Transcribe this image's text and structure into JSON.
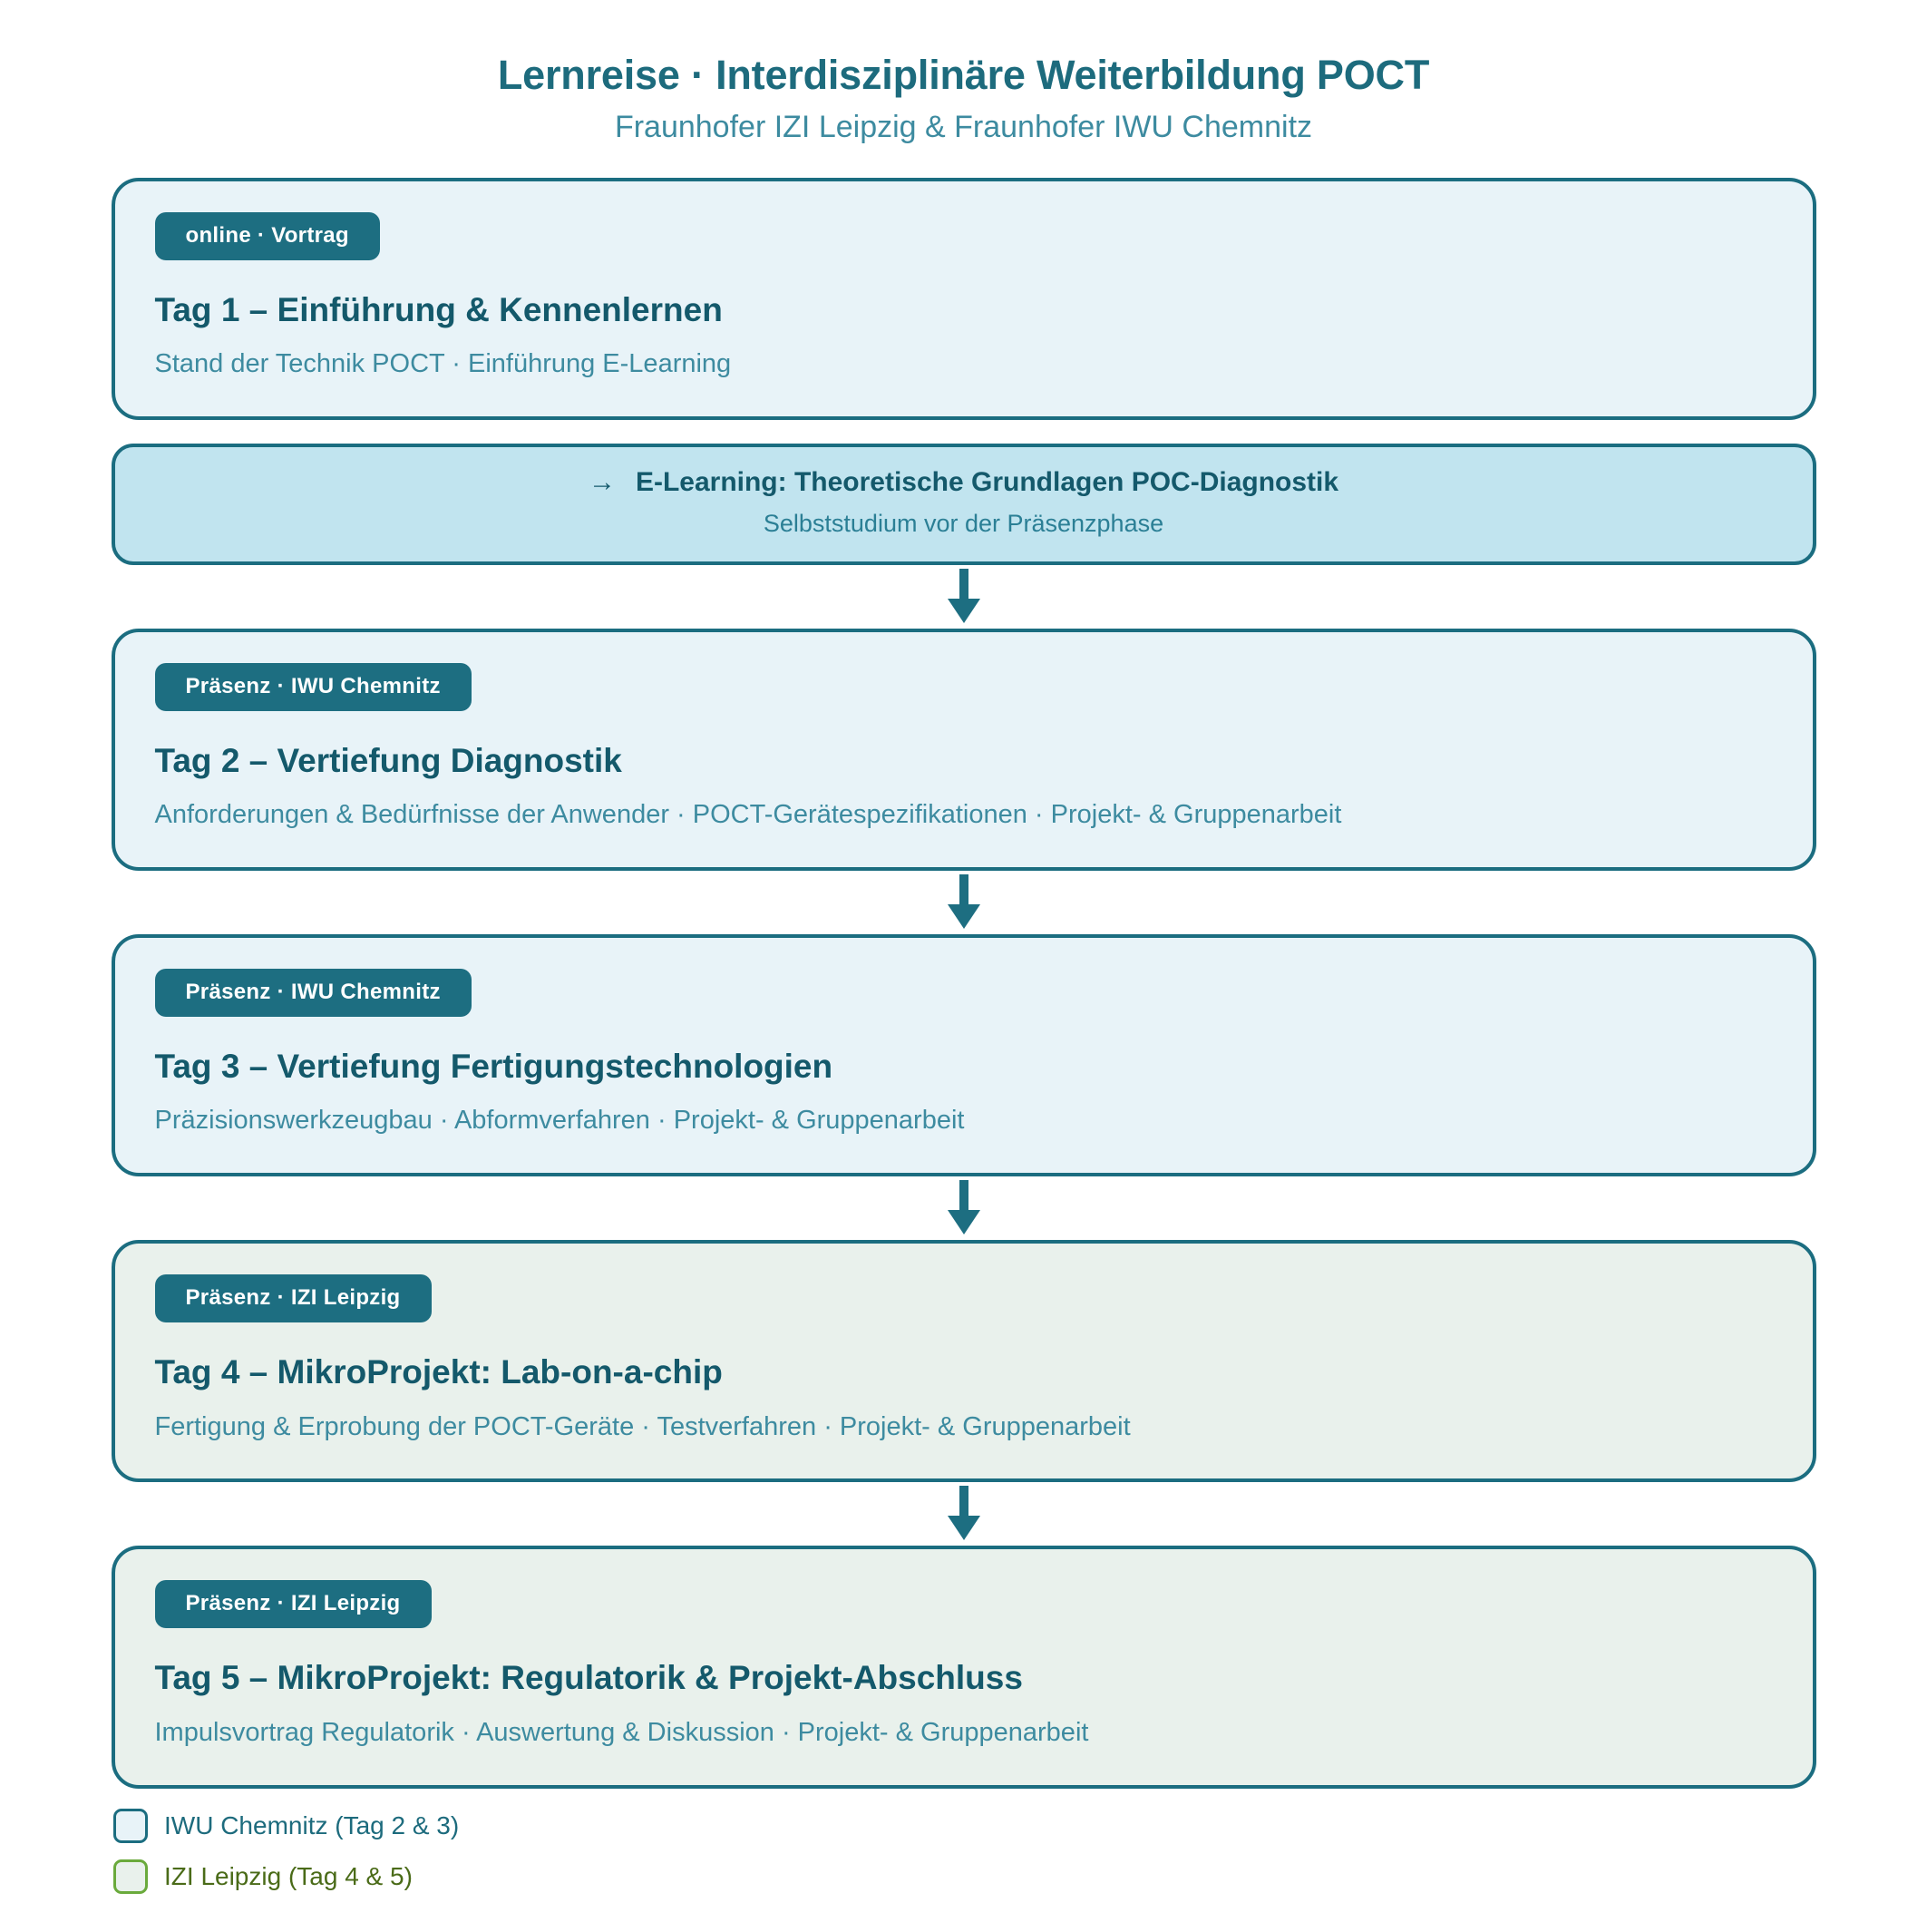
{
  "header": {
    "title": "Lernreise · Interdisziplinäre Weiterbildung POCT",
    "subtitle": "Fraunhofer IZI Leipzig  &  Fraunhofer IWU Chemnitz"
  },
  "colors": {
    "accent": "#1d6e81",
    "card_border": "#1b6d80",
    "card_blue_bg": "#e8f3f8",
    "card_green_bg": "#e9f1ec",
    "elearn_bg": "#c1e4ef",
    "green_accent": "#6aaa3c",
    "title_text": "#14596b",
    "sub_text": "#3d8ba0"
  },
  "cards": [
    {
      "badge": "online · Vortrag",
      "title": "Tag 1 – Einführung & Kennenlernen",
      "subtitle": "Stand der Technik POCT  ·  Einführung E-Learning",
      "variant": "blue"
    },
    {
      "badge": "Präsenz · IWU Chemnitz",
      "title": "Tag 2 – Vertiefung Diagnostik",
      "subtitle": "Anforderungen & Bedürfnisse der Anwender  ·  POCT-Gerätespezifikationen  ·  Projekt- & Gruppenarbeit",
      "variant": "blue"
    },
    {
      "badge": "Präsenz · IWU Chemnitz",
      "title": "Tag 3 – Vertiefung Fertigungstechnologien",
      "subtitle": "Präzisionswerkzeugbau  ·  Abformverfahren  ·  Projekt- & Gruppenarbeit",
      "variant": "blue"
    },
    {
      "badge": "Präsenz · IZI Leipzig",
      "title": "Tag 4 – MikroProjekt: Lab-on-a-chip",
      "subtitle": "Fertigung & Erprobung der POCT-Geräte  ·  Testverfahren  ·  Projekt- & Gruppenarbeit",
      "variant": "green"
    },
    {
      "badge": "Präsenz · IZI Leipzig",
      "title": "Tag 5 – MikroProjekt: Regulatorik & Projekt-Abschluss",
      "subtitle": "Impulsvortrag Regulatorik  ·  Auswertung & Diskussion  ·  Projekt- & Gruppenarbeit",
      "variant": "green"
    }
  ],
  "elearning": {
    "arrow": "→",
    "title": "E-Learning: Theoretische Grundlagen POC-Diagnostik",
    "subtitle": "Selbststudium vor der Präsenzphase"
  },
  "legend": [
    {
      "label": "IWU Chemnitz (Tag 2 & 3)",
      "key": "iwu"
    },
    {
      "label": "IZI Leipzig (Tag 4 & 5)",
      "key": "izi"
    }
  ]
}
